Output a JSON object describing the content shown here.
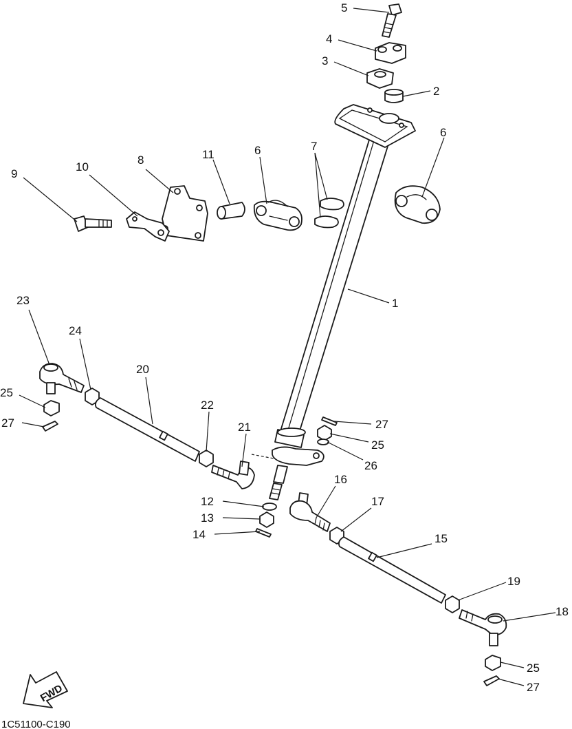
{
  "diagram": {
    "callouts": [
      "5",
      "4",
      "3",
      "2",
      "6",
      "7",
      "6",
      "11",
      "8",
      "10",
      "9",
      "1",
      "23",
      "24",
      "20",
      "25",
      "27",
      "22",
      "21",
      "27",
      "25",
      "26",
      "12",
      "13",
      "14",
      "16",
      "17",
      "15",
      "19",
      "18",
      "25",
      "27"
    ],
    "fwd_label": "FWD",
    "drawing_code": "1C51100-C190"
  }
}
